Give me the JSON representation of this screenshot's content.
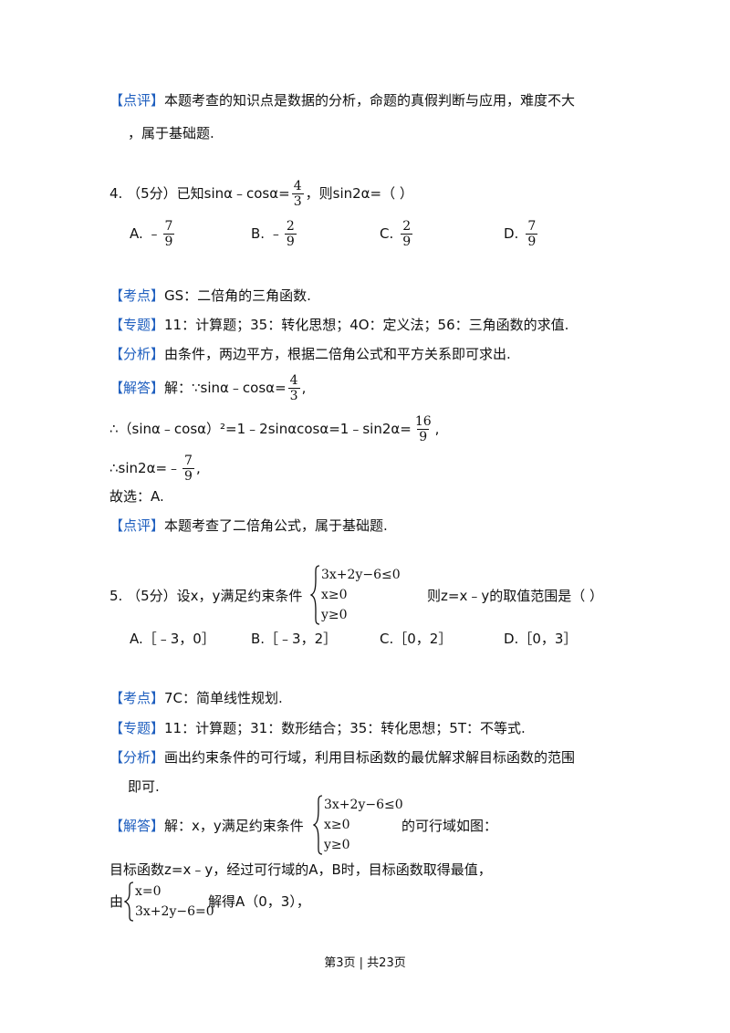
{
  "comment3": {
    "tag": "【点评】",
    "line1": "本题考查的知识点是数据的分析，命题的真假判断与应用，难度不大",
    "line2": "，属于基础题."
  },
  "q4": {
    "stem_prefix": "4.  （5分）已知sinα﹣cosα=",
    "stem_num": "4",
    "stem_den": "3",
    "stem_suffix": "，则sin2α=（      ）",
    "options": [
      {
        "label": "A.  ﹣",
        "num": "7",
        "den": "9"
      },
      {
        "label": "B.  ﹣",
        "num": "2",
        "den": "9"
      },
      {
        "label": "C.",
        "num": "2",
        "den": "9"
      },
      {
        "label": "D.",
        "num": "7",
        "den": "9"
      }
    ],
    "kaodian_tag": "【考点】",
    "kaodian": "GS：二倍角的三角函数.",
    "zhuanti_tag": "【专题】",
    "zhuanti": "11：计算题；35：转化思想；4O：定义法；56：三角函数的求值.",
    "fenxi_tag": "【分析】",
    "fenxi": "由条件，两边平方，根据二倍角公式和平方关系即可求出.",
    "jieda_tag": "【解答】",
    "jieda_prefix": "解：∵sinα﹣cosα=",
    "jieda_num": "4",
    "jieda_den": "3",
    "jieda_suffix": ",",
    "step1_prefix": "∴（sinα﹣cosα）²=1﹣2sinαcosα=1﹣sin2α=",
    "step1_num": "16",
    "step1_den": "9",
    "step1_suffix": ",",
    "step2_prefix": "∴sin2α=﹣",
    "step2_num": "7",
    "step2_den": "9",
    "step2_suffix": ",",
    "answer": "故选：A.",
    "dianping_tag": "【点评】",
    "dianping": "本题考查了二倍角公式，属于基础题."
  },
  "q5": {
    "stem_prefix": "5.  （5分）设x，y满足约束条件",
    "constraints": [
      "3x+2y−6≤0",
      "x≥0",
      "y≥0"
    ],
    "stem_suffix": "则z=x﹣y的取值范围是（      ）",
    "options": [
      {
        "label": "A.［﹣3，0］"
      },
      {
        "label": "B.［﹣3，2］"
      },
      {
        "label": "C.［0，2］"
      },
      {
        "label": "D.［0，3］"
      }
    ],
    "kaodian_tag": "【考点】",
    "kaodian": "7C：简单线性规划.",
    "zhuanti_tag": "【专题】",
    "zhuanti": "11：计算题；31：数形结合；35：转化思想；5T：不等式.",
    "fenxi_tag": "【分析】",
    "fenxi_line1": "画出约束条件的可行域，利用目标函数的最优解求解目标函数的范围",
    "fenxi_line2": "即可.",
    "jieda_tag": "【解答】",
    "jieda_prefix": "解：x，y满足约束条件",
    "jieda_constraints": [
      "3x+2y−6≤0",
      "x≥0",
      "y≥0"
    ],
    "jieda_suffix": "的可行域如图：",
    "step1": "目标函数z=x﹣y，经过可行域的A，B时，目标函数取得最值，",
    "step2_prefix": "由",
    "step2_system": [
      "x=0",
      "3x+2y−6=0"
    ],
    "step2_suffix": "解得A（0，3），"
  },
  "footer": "第3页 | 共23页"
}
